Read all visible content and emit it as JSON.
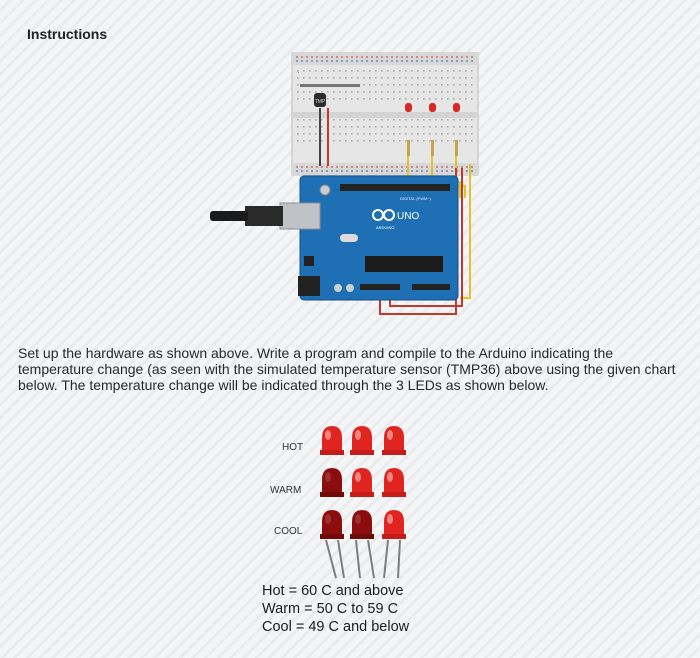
{
  "title": "Instructions",
  "circuit": {
    "board_logo": "UNO",
    "board_brand": "ARDUINO",
    "board_header_label": "DIGITAL (PWM~)"
  },
  "description": "Set up the hardware as shown above. Write a program and compile to the Arduino indicating the temperature change (as seen with the simulated temperature sensor (TMP36) above using the given chart below. The temperature change will be indicated through the 3 LEDs as shown below.",
  "led_chart": {
    "rows": [
      {
        "label": "HOT",
        "lit": [
          true,
          true,
          true
        ]
      },
      {
        "label": "WARM",
        "lit": [
          false,
          true,
          true
        ]
      },
      {
        "label": "COOL",
        "lit": [
          false,
          false,
          true
        ]
      }
    ],
    "lit_color": "#e0241f",
    "dim_color": "#8c0d0d"
  },
  "legend": [
    "Hot = 60 C and above",
    "Warm = 50 C to 59 C",
    "Cool = 49 C and below"
  ]
}
